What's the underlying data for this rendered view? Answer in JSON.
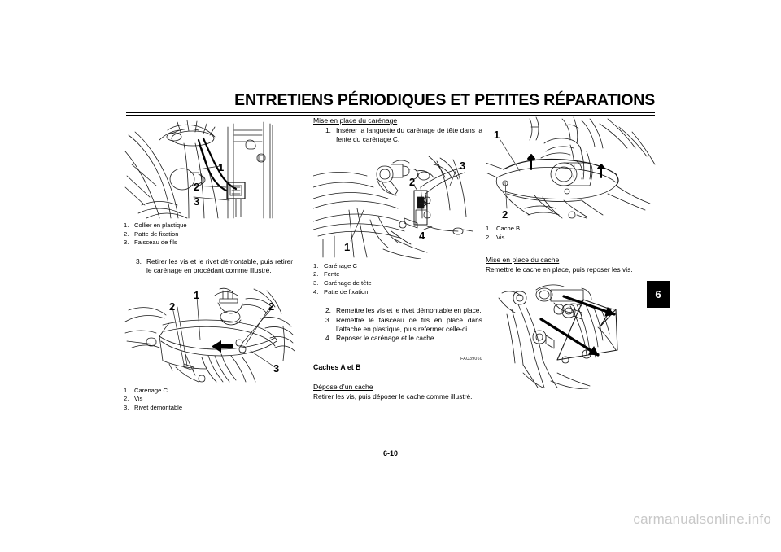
{
  "document": {
    "title": "ENTRETIENS PÉRIODIQUES ET PETITES RÉPARATIONS",
    "page_number": "6-10",
    "chapter_tab": "6",
    "watermark": "carmanualsonline.info",
    "reference_code": "FAU39060"
  },
  "columns": {
    "left": {
      "figure_top": {
        "name": "plastic-clamp-wire-harness-illustration",
        "callouts": [
          "1",
          "2",
          "3"
        ],
        "legend": [
          {
            "num": "1.",
            "text": "Collier en plastique"
          },
          {
            "num": "2.",
            "text": "Patte de fixation"
          },
          {
            "num": "3.",
            "text": "Faisceau de fils"
          }
        ]
      },
      "step_3": {
        "num": "3.",
        "text": "Retirer les vis et le rivet démontable, puis retirer le carénage en procédant comme illustré."
      },
      "figure_bottom": {
        "name": "cowling-c-removal-illustration",
        "callouts": [
          "1",
          "2",
          "2",
          "3"
        ],
        "legend": [
          {
            "num": "1.",
            "text": "Carénage C"
          },
          {
            "num": "2.",
            "text": "Vis"
          },
          {
            "num": "3.",
            "text": "Rivet démontable"
          }
        ]
      }
    },
    "middle": {
      "heading_install": "Mise en place du carénage",
      "step_1": {
        "num": "1.",
        "text": "Insérer la languette du carénage de tête dans la fente du carénage C."
      },
      "figure": {
        "name": "cowling-tab-slot-illustration",
        "callouts": [
          "1",
          "2",
          "3",
          "4"
        ],
        "legend": [
          {
            "num": "1.",
            "text": "Carénage C"
          },
          {
            "num": "2.",
            "text": "Fente"
          },
          {
            "num": "3.",
            "text": "Carénage de tête"
          },
          {
            "num": "4.",
            "text": "Patte de fixation"
          }
        ]
      },
      "steps": [
        {
          "num": "2.",
          "text": "Remettre les vis et le rivet démontable en place."
        },
        {
          "num": "3.",
          "text": "Remettre le faisceau de fils en place dans l’attache en plastique, puis refermer celle-ci."
        },
        {
          "num": "4.",
          "text": "Reposer le carénage et le cache."
        }
      ],
      "section_title": "Caches A et B",
      "heading_remove": "Dépose d’un cache",
      "remove_text": "Retirer les vis, puis déposer le cache comme illustré."
    },
    "right": {
      "figure_top": {
        "name": "cover-b-screws-illustration",
        "callouts": [
          "1",
          "2"
        ],
        "legend": [
          {
            "num": "1.",
            "text": "Cache B"
          },
          {
            "num": "2.",
            "text": "Vis"
          }
        ]
      },
      "heading_install": "Mise en place du cache",
      "install_text": "Remettre le cache en place, puis reposer les vis.",
      "figure_bottom": {
        "name": "cover-installation-illustration",
        "callouts": []
      }
    }
  },
  "colors": {
    "ink": "#000000",
    "paper": "#ffffff",
    "watermark": "#c8c8c8",
    "tab_background": "#000000",
    "tab_text": "#ffffff"
  }
}
